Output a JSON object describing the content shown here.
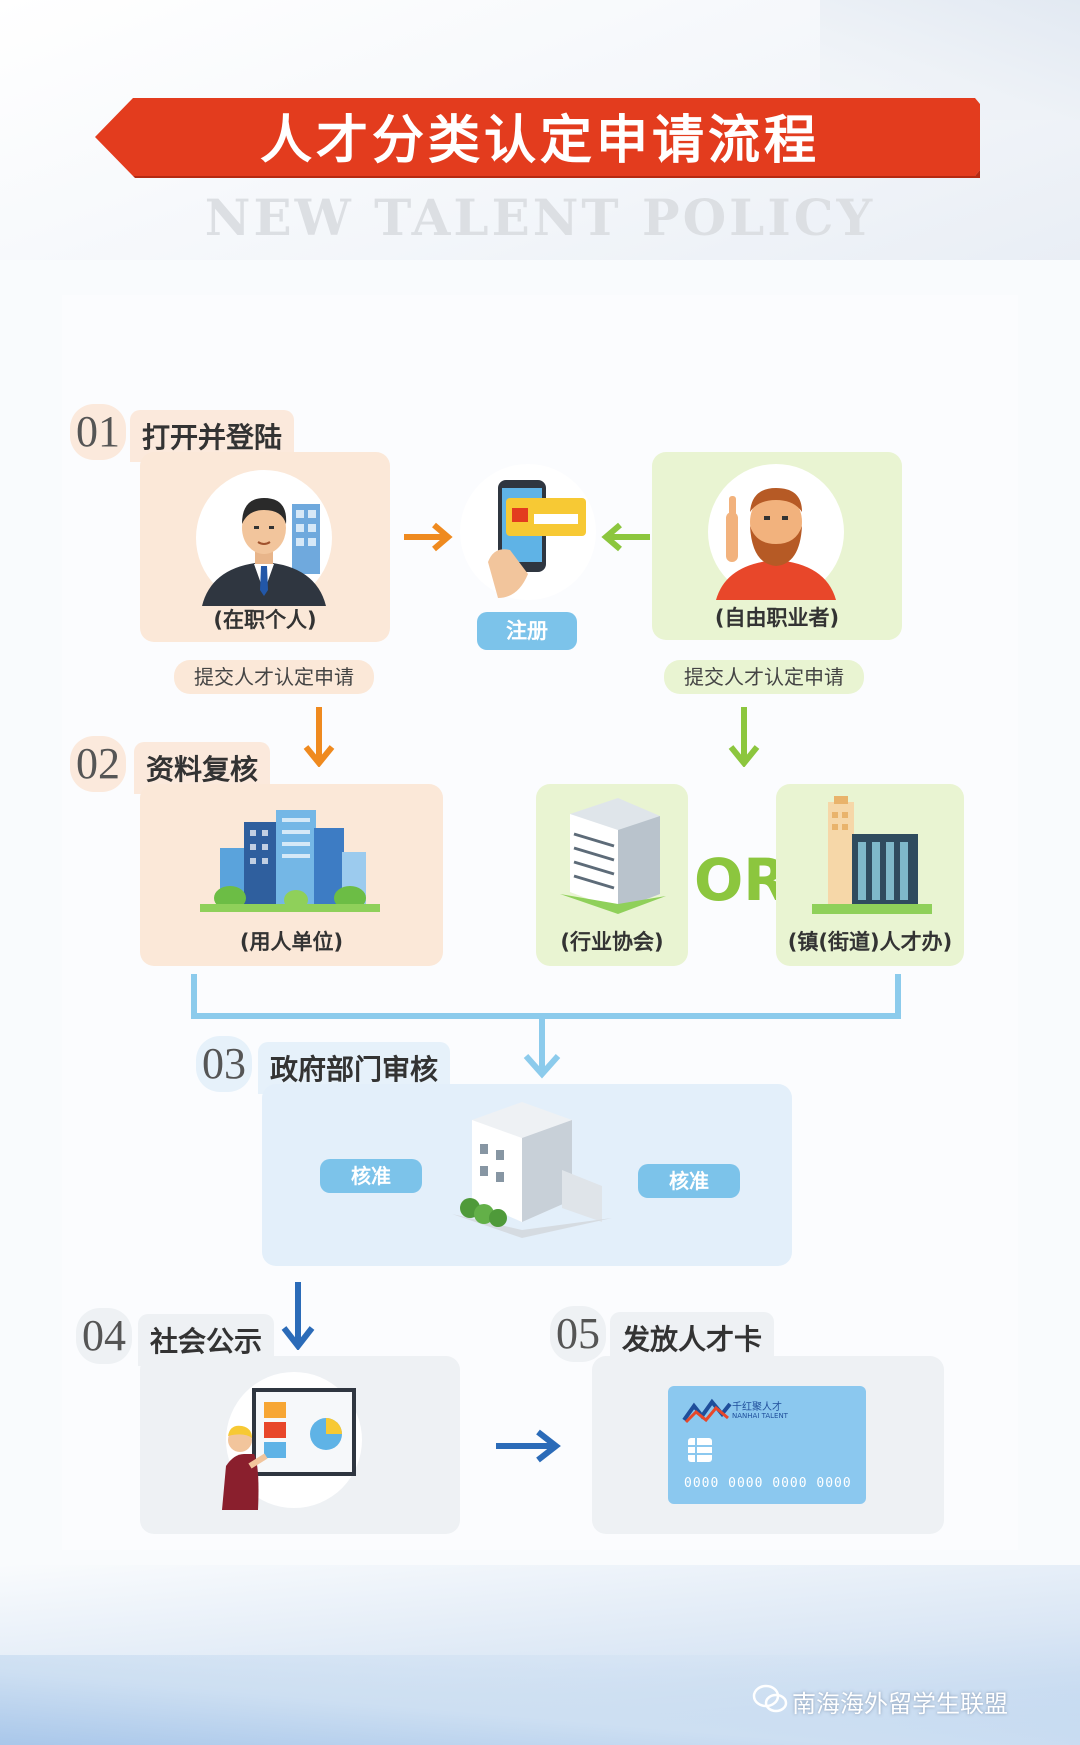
{
  "header": {
    "title": "人才分类认定申请流程",
    "subtitle": "NEW TALENT POLICY"
  },
  "steps": [
    {
      "number": "01",
      "title": "打开并登陆"
    },
    {
      "number": "02",
      "title": "资料复核"
    },
    {
      "number": "03",
      "title": "政府部门审核"
    },
    {
      "number": "04",
      "title": "社会公示"
    },
    {
      "number": "05",
      "title": "发放人才卡"
    }
  ],
  "step1": {
    "employed_label": "(在职个人)",
    "register_label": "注册",
    "freelancer_label": "(自由职业者)",
    "submit_left": "提交人才认定申请",
    "submit_right": "提交人才认定申请"
  },
  "step2": {
    "employer_label": "(用人单位)",
    "association_label": "(行业协会)",
    "or_text": "OR",
    "office_label": "(镇(街道)人才办)"
  },
  "step3": {
    "approve_left": "核准",
    "approve_right": "核准"
  },
  "step5": {
    "card_number": "0000 0000 0000 0000",
    "card_brand": "千红聚人才",
    "card_brand_en": "NANHAI TALENT"
  },
  "footer": {
    "watermark": "南海海外留学生联盟"
  },
  "colors": {
    "banner_red": "#e33c1e",
    "peach": "#fbe8d8",
    "green": "#e9f4d2",
    "light_blue": "#e3effa",
    "arrow_orange": "#ef8a1f",
    "arrow_green": "#8cc63e",
    "connector_blue": "#8ccbec",
    "arrow_navy": "#2b6bb8"
  }
}
